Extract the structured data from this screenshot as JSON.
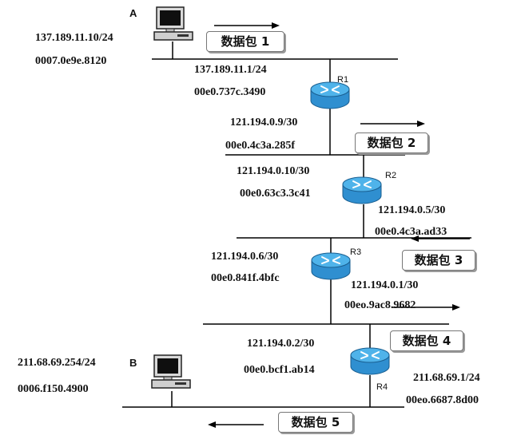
{
  "hosts": {
    "a": {
      "name": "A",
      "ip": "137.189.11.10/24",
      "mac": "0007.0e9e.8120"
    },
    "b": {
      "name": "B",
      "ip": "211.68.69.254/24",
      "mac": "0006.f150.4900"
    }
  },
  "routers": {
    "r1": {
      "name": "R1",
      "if_lan": {
        "ip": "137.189.11.1/24",
        "mac": "00e0.737c.3490"
      },
      "if_wan": {
        "ip": "121.194.0.9/30",
        "mac": "00e0.4c3a.285f"
      }
    },
    "r2": {
      "name": "R2",
      "if_up": {
        "ip": "121.194.0.10/30",
        "mac": "00e0.63c3.3c41"
      },
      "if_down": {
        "ip": "121.194.0.5/30",
        "mac": "00e0.4c3a.ad33"
      }
    },
    "r3": {
      "name": "R3",
      "if_up": {
        "ip": "121.194.0.6/30",
        "mac": "00e0.841f.4bfc"
      },
      "if_down": {
        "ip": "121.194.0.1/30",
        "mac": "00eo.9ac8.9682"
      }
    },
    "r4": {
      "name": "R4",
      "if_up": {
        "ip": "121.194.0.2/30",
        "mac": "00e0.bcf1.ab14"
      },
      "if_lan": {
        "ip": "211.68.69.1/24",
        "mac": "00eo.6687.8d00"
      }
    }
  },
  "packets": [
    "数据包 1",
    "数据包 2",
    "数据包 3",
    "数据包 4",
    "数据包 5"
  ],
  "colors": {
    "router_body": "#2f8fd0",
    "router_top": "#4fb3ea",
    "line": "#000000"
  }
}
